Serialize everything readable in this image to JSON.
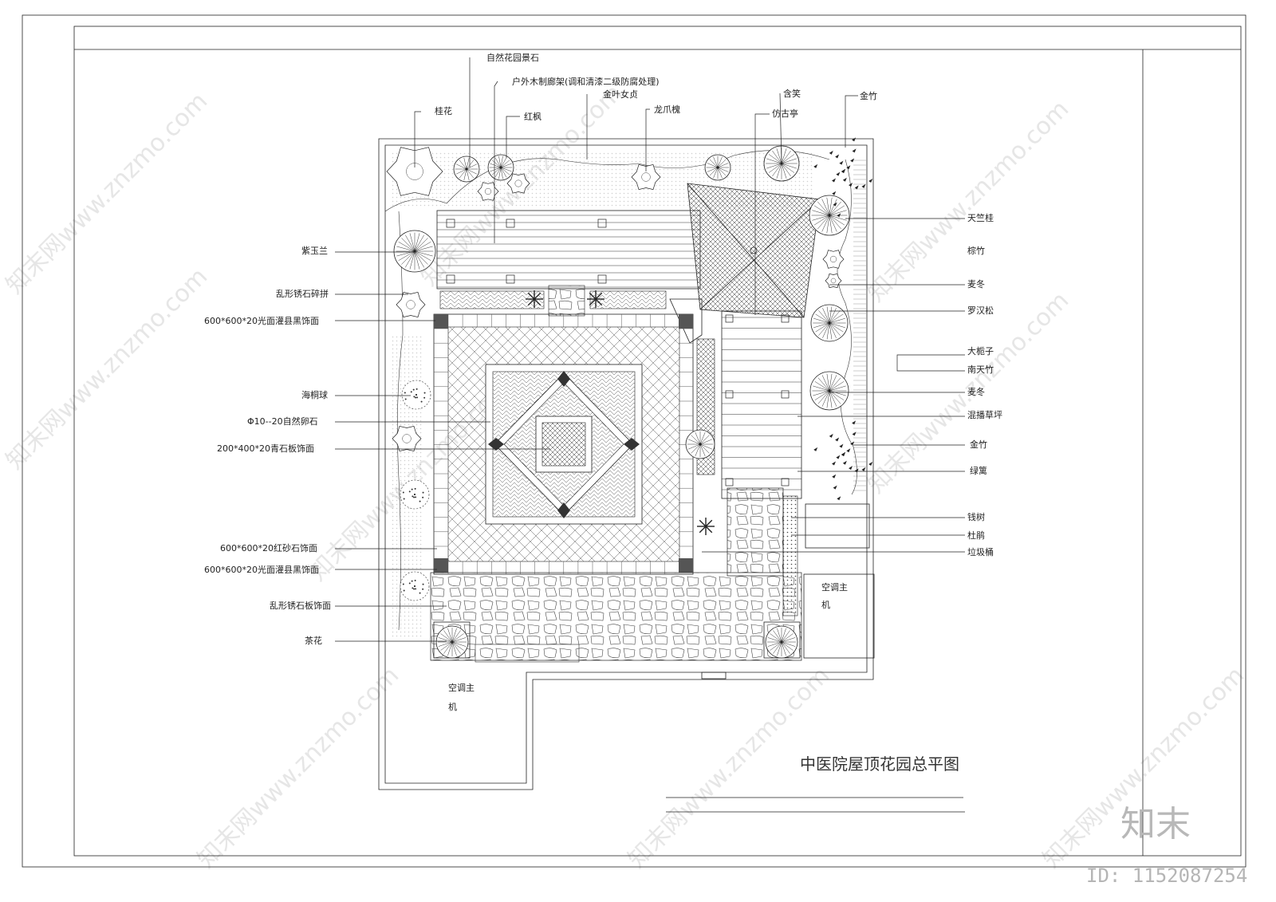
{
  "drawing": {
    "title": "中医院屋顶花园总平图",
    "brand": "知末",
    "id_text": "ID: 1152087254",
    "watermark": "知末网www.znzmo.com"
  },
  "labels_top": [
    {
      "key": "jingshi",
      "text": "自然花园景石"
    },
    {
      "key": "langjia",
      "text": "户外木制廊架(调和清漆二级防腐处理)"
    },
    {
      "key": "jinyenvzhen",
      "text": "金叶女贞"
    },
    {
      "key": "hongfeng",
      "text": "红枫"
    },
    {
      "key": "guihua",
      "text": "桂花"
    },
    {
      "key": "longzhuahuai",
      "text": "龙爪槐"
    },
    {
      "key": "hexiao",
      "text": "含笑"
    },
    {
      "key": "fanggu",
      "text": "仿古亭"
    },
    {
      "key": "jinzhu_top",
      "text": "金竹"
    }
  ],
  "labels_left": [
    {
      "key": "ziyulan",
      "text": "紫玉兰"
    },
    {
      "key": "luanxing1",
      "text": "乱形锈石碎拼"
    },
    {
      "key": "heimian1",
      "text": "600*600*20光面灌县黑饰面"
    },
    {
      "key": "haitongqiu",
      "text": "海桐球"
    },
    {
      "key": "luanshi",
      "text": "Φ10--20自然卵石"
    },
    {
      "key": "qingshi",
      "text": "200*400*20青石板饰面"
    },
    {
      "key": "hongsha",
      "text": "600*600*20红砂石饰面"
    },
    {
      "key": "heimian2",
      "text": "600*600*20光面灌县黑饰面"
    },
    {
      "key": "luanxing2",
      "text": "乱形锈石板饰面"
    },
    {
      "key": "chahua",
      "text": "茶花"
    }
  ],
  "labels_right": [
    {
      "key": "tianzhugui",
      "text": "天竺桂"
    },
    {
      "key": "zongzhu",
      "text": "棕竹"
    },
    {
      "key": "maidong1",
      "text": "麦冬"
    },
    {
      "key": "luohansong",
      "text": "罗汉松"
    },
    {
      "key": "dazhizi",
      "text": "大栀子"
    },
    {
      "key": "nantianzhu",
      "text": "南天竹"
    },
    {
      "key": "maidong2",
      "text": "麦冬"
    },
    {
      "key": "hunbo",
      "text": "混播草坪"
    },
    {
      "key": "jinzhu2",
      "text": "金竹"
    },
    {
      "key": "lvli",
      "text": "绿篱"
    },
    {
      "key": "qianshu",
      "text": "钱树"
    },
    {
      "key": "dujuan",
      "text": "杜鹃"
    },
    {
      "key": "lajitong",
      "text": "垃圾桶"
    }
  ],
  "equipment": {
    "ac_line1": "空调主",
    "ac_line2": "机"
  }
}
